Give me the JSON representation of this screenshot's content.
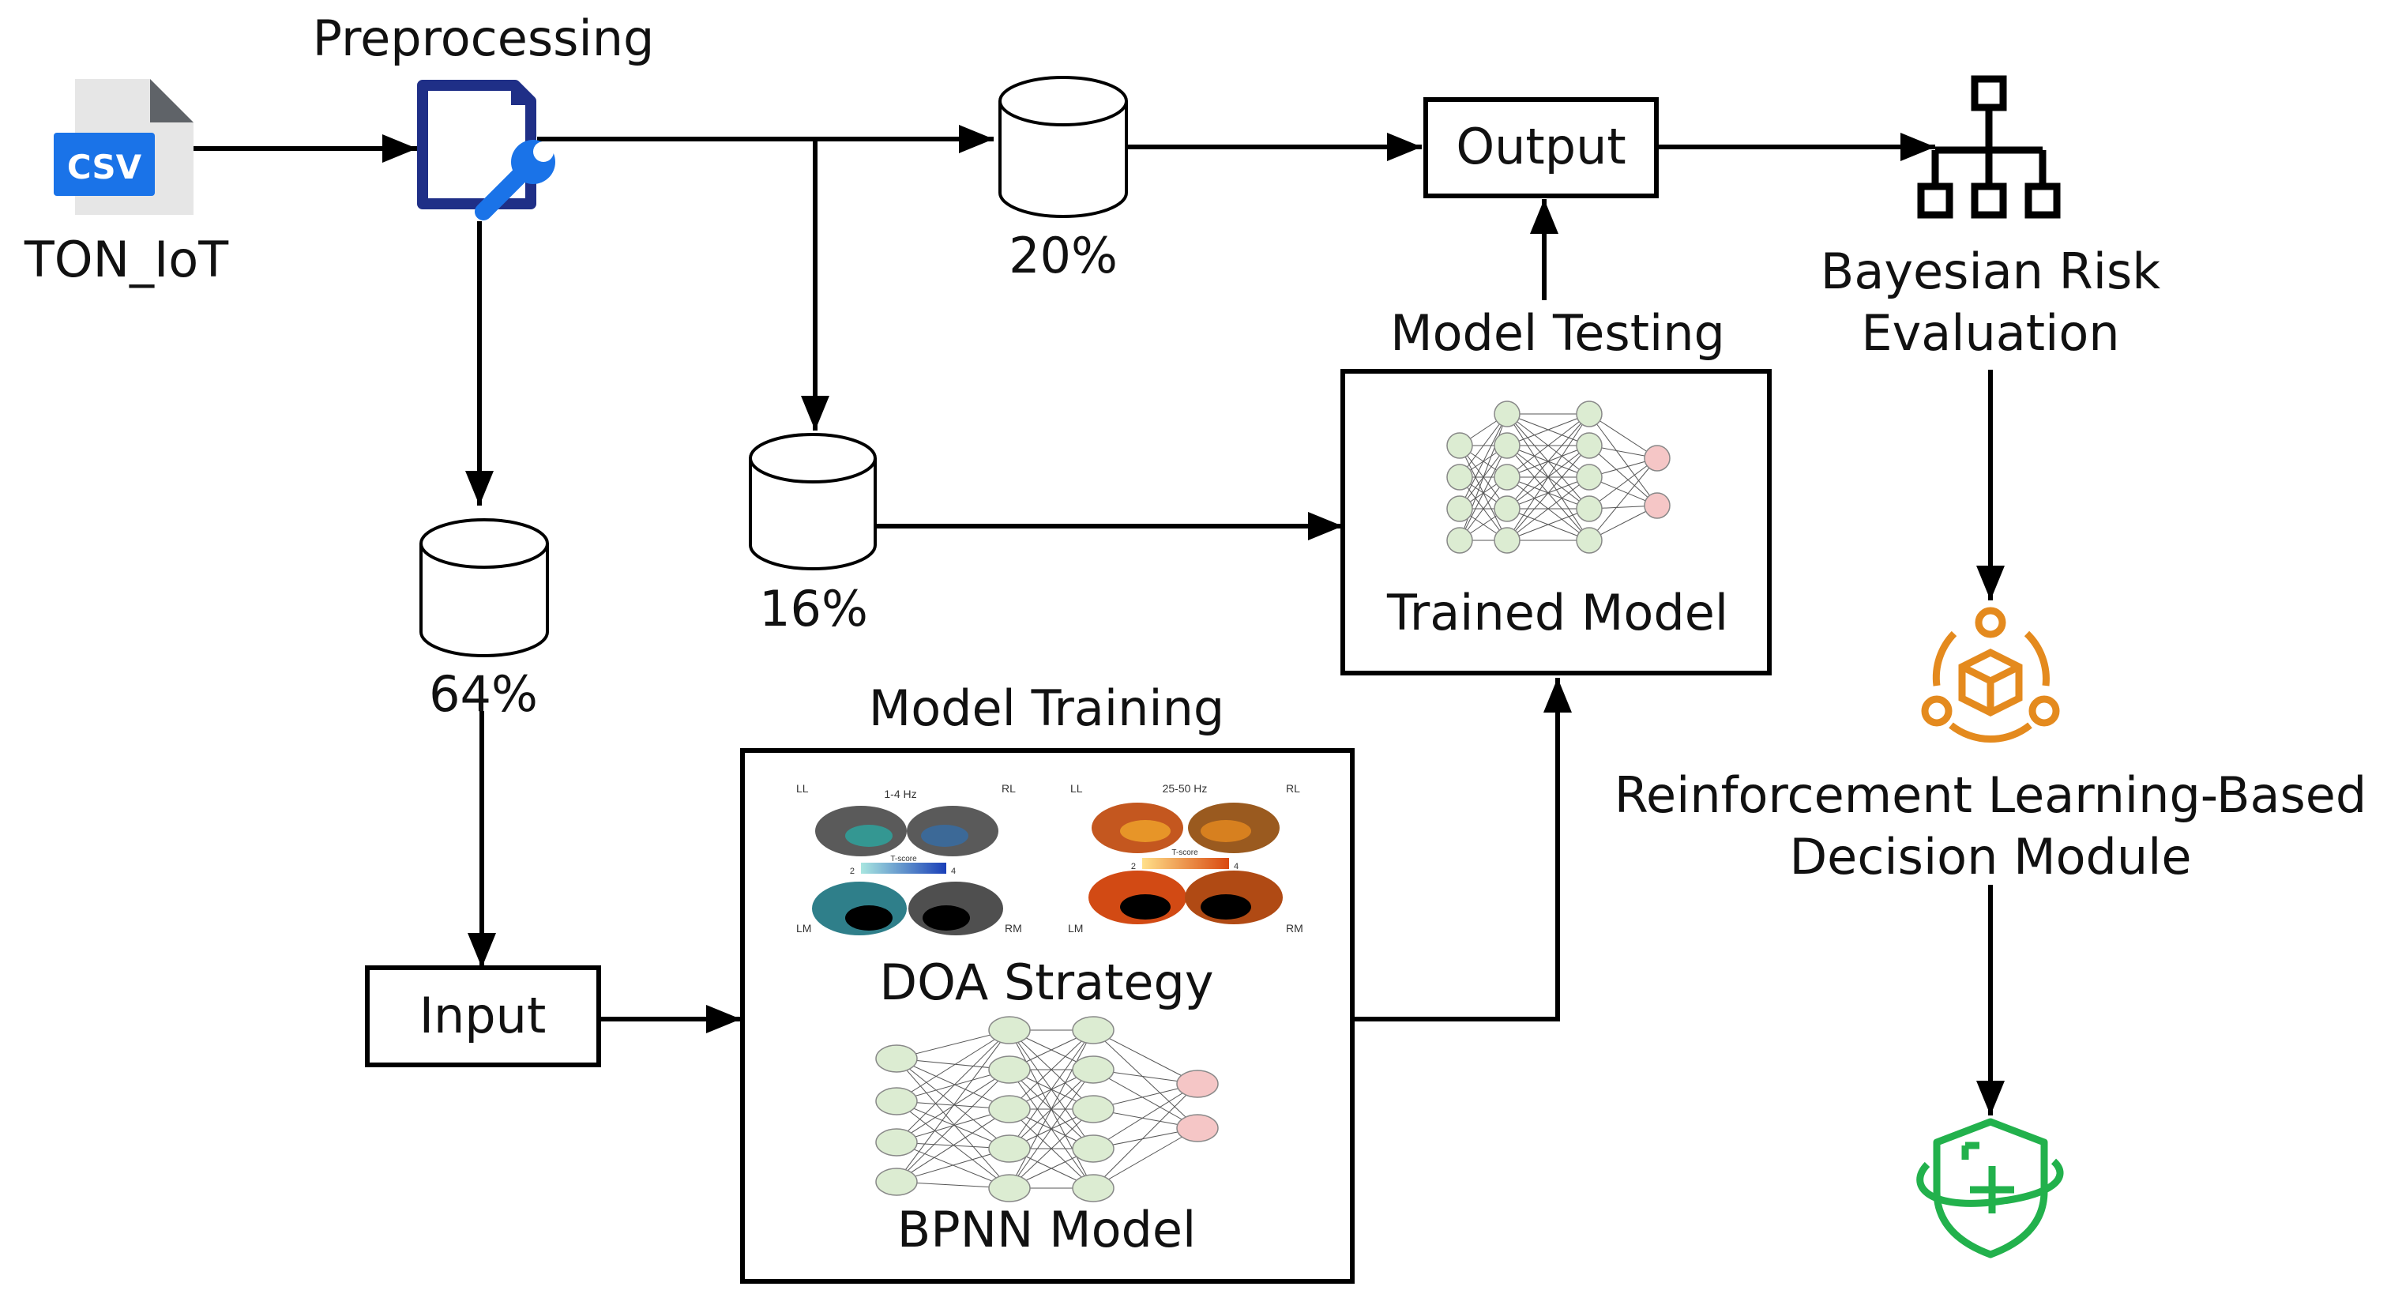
{
  "labels": {
    "preprocessing": "Preprocessing",
    "source": "TON_IoT",
    "csv_badge": "CSV",
    "split_test": "20%",
    "split_val": "16%",
    "split_train": "64%",
    "output": "Output",
    "input": "Input",
    "model_testing": "Model Testing",
    "trained_model": "Trained Model",
    "model_training": "Model Training",
    "doa_strategy": "DOA Strategy",
    "bpnn_model": "BPNN Model",
    "bayesian_line1": "Bayesian Risk",
    "bayesian_line2": "Evaluation",
    "rl_line1": "Reinforcement Learning-Based",
    "rl_line2": "Decision Module"
  },
  "brain_panels": {
    "left": {
      "band": "1-4 Hz",
      "corners": [
        "LL",
        "RL",
        "LM",
        "RM"
      ],
      "scale_label": "T-score",
      "scale_min": "2",
      "scale_max": "4"
    },
    "right": {
      "band": "25-50 Hz",
      "corners": [
        "LL",
        "RL",
        "LM",
        "RM"
      ],
      "scale_label": "T-score",
      "scale_min": "2",
      "scale_max": "4"
    }
  },
  "icons": {
    "csv": "csv-file-icon",
    "preprocessing": "document-wrench-icon",
    "bayesian": "hierarchy-tree-icon",
    "rl": "cube-cycle-icon",
    "shield": "shield-plus-icon"
  },
  "colors": {
    "line": "#000000",
    "csv_blue": "#1a73e8",
    "preprocess_blue": "#1f2f87",
    "rl_orange": "#e48a1e",
    "shield_green": "#22b14c",
    "neuron_input": "#dcecd2",
    "neuron_output": "#f5c6c6"
  }
}
